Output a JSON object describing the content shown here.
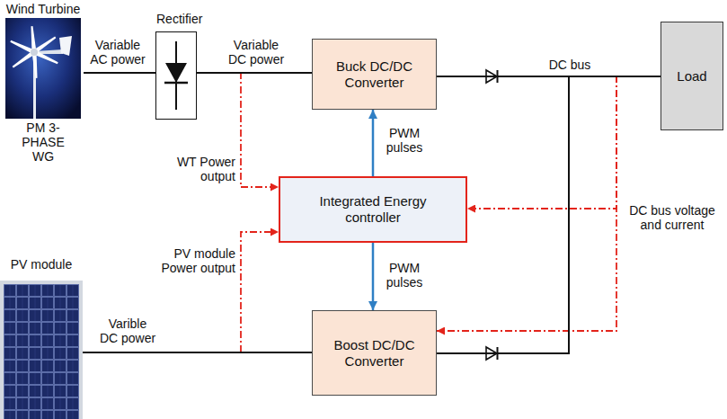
{
  "diagram": {
    "nodes": [
      {
        "text": [
          "Wind Turbine",
          "PM 3-PHASE WG"
        ]
      },
      {
        "text": [
          "Rectifier"
        ]
      },
      {
        "text": [
          "Buck DC/DC Converter"
        ]
      },
      {
        "text": [
          "Load"
        ]
      },
      {
        "text": [
          "Integrated Energy controller"
        ]
      },
      {
        "text": [
          "PV module"
        ]
      },
      {
        "text": [
          "Boost DC/DC Converter"
        ]
      }
    ],
    "edges": [
      {
        "from": 0,
        "to": 1,
        "arrow": "none",
        "label": "Variable AC power"
      },
      {
        "from": 1,
        "to": 2,
        "arrow": "none",
        "label": "Variable DC power"
      },
      {
        "from": 4,
        "to": 2,
        "arrow": "to",
        "label": "PWM pulses"
      },
      {
        "from": 4,
        "to": 6,
        "arrow": "to",
        "label": "PWM pulses"
      },
      {
        "from": 5,
        "to": 6,
        "arrow": "none",
        "label": "Varible DC power"
      },
      {
        "from": 2,
        "to": 3,
        "arrow": "none"
      },
      {
        "from": 6,
        "to": 3,
        "arrow": "none"
      },
      {
        "from": 1,
        "to": 4,
        "arrow": "to",
        "label": "WT Power output"
      },
      {
        "from": 5,
        "to": 4,
        "arrow": "to",
        "label": "PV module Power output"
      },
      {
        "from": 3,
        "to": 4,
        "arrow": "to",
        "label": "DC bus voltage and current"
      },
      {
        "from": 3,
        "to": 6,
        "arrow": "to"
      }
    ],
    "labels": [
      "DC bus"
    ]
  }
}
